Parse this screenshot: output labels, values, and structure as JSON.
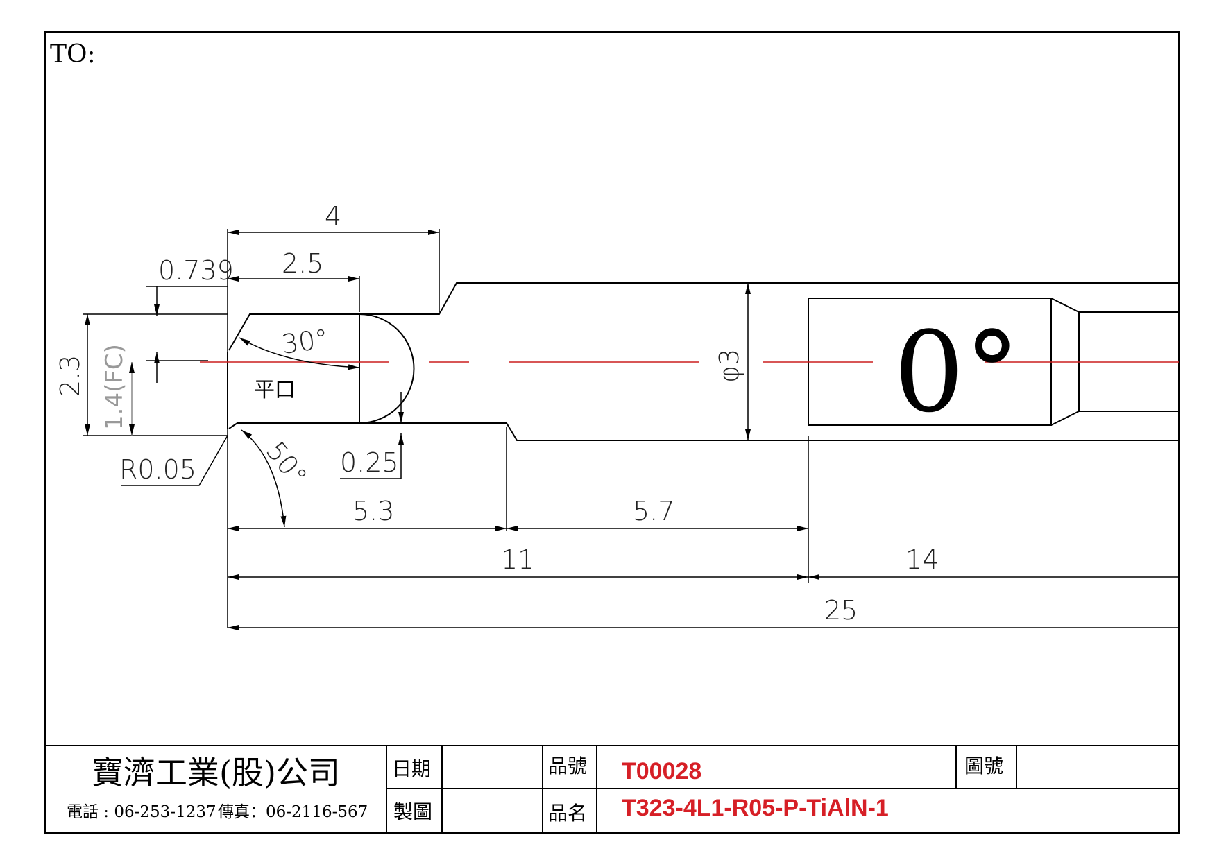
{
  "header": {
    "to_label": "TO:"
  },
  "dimensions": {
    "overall_length": "25",
    "length_11": "11",
    "length_14": "14",
    "length_5_3": "5.3",
    "length_5_7": "5.7",
    "length_4": "4",
    "length_2_5": "2.5",
    "offset_0_739": "0.739",
    "width_2_3": "2.3",
    "width_fc": "1.4(FC)",
    "radius_r005": "R0.05",
    "depth_0_25": "0.25",
    "diameter": "φ3",
    "angle_30": "30°",
    "angle_50": "50°",
    "flat_note": "平口",
    "marking_angle": "0°"
  },
  "title_block": {
    "company": "寶濟工業(股)公司",
    "phone": "電話 : 06-253-1237",
    "fax": "傳真：06-2116-567",
    "date_label": "日期",
    "drawn_label": "製圖",
    "part_no_label": "品號",
    "part_name_label": "品名",
    "drawing_no_label": "圖號",
    "part_no": "T00028",
    "part_name": "T323-4L1-R05-P-TiAlN-1"
  },
  "colors": {
    "accent": "#d61f26",
    "centerline": "#cc1f1f"
  }
}
